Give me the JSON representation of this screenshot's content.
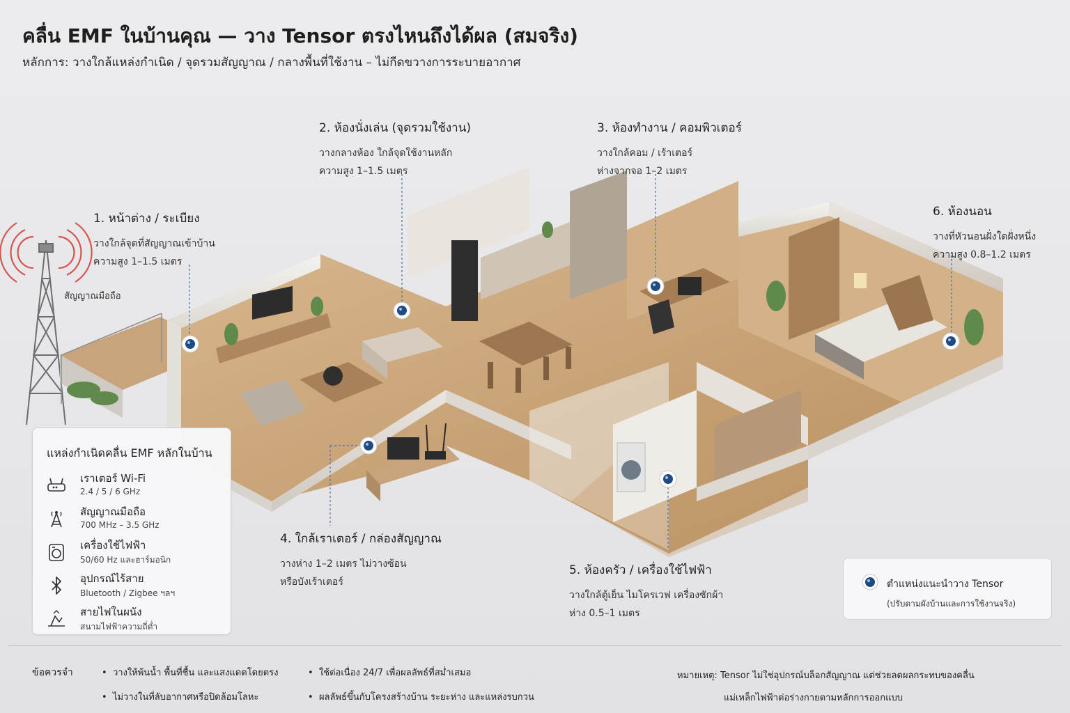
{
  "header": {
    "title": "คลื่น EMF ในบ้านคุณ — วาง Tensor ตรงไหนถึงได้ผล (สมจริง)",
    "subtitle": "หลักการ: วางใกล้แหล่งกำเนิด / จุดรวมสัญญาณ / กลางพื้นที่ใช้งาน – ไม่กีดขวางการระบายอากาศ"
  },
  "tower_label": "สัญญาณมือถือ",
  "callouts": [
    {
      "heading": "1. หน้าต่าง / ระเบียง",
      "line1": "วางใกล้จุดที่สัญญาณเข้าบ้าน",
      "line2": "ความสูง 1–1.5 เมตร"
    },
    {
      "heading": "2. ห้องนั่งเล่น (จุดรวมใช้งาน)",
      "line1": "วางกลางห้อง ใกล้จุดใช้งานหลัก",
      "line2": "ความสูง 1–1.5 เมตร"
    },
    {
      "heading": "3. ห้องทำงาน / คอมพิวเตอร์",
      "line1": "วางใกล้คอม / เร้าเตอร์",
      "line2": "ห่างจากจอ 1–2 เมตร"
    },
    {
      "heading": "4. ใกล้เราเตอร์ / กล่องสัญญาณ",
      "line1": "วางห่าง 1–2 เมตร ไม่วางซ้อน",
      "line2": "หรือบังเร้าเตอร์"
    },
    {
      "heading": "5. ห้องครัว / เครื่องใช้ไฟฟ้า",
      "line1": "วางใกล้ตู้เย็น ไมโครเวฟ เครื่องซักผ้า",
      "line2": "ห่าง 0.5–1 เมตร"
    },
    {
      "heading": "6. ห้องนอน",
      "line1": "วางที่หัวนอนฝั่งใดฝั่งหนึ่ง",
      "line2": "ความสูง 0.8–1.2 เมตร"
    }
  ],
  "sources_panel": {
    "title": "แหล่งกำเนิดคลื่น EMF หลักในบ้าน",
    "items": [
      {
        "icon": "router-icon",
        "name": "เราเตอร์ Wi-Fi",
        "detail": "2.4 / 5 / 6 GHz"
      },
      {
        "icon": "antenna-icon",
        "name": "สัญญาณมือถือ",
        "detail": "700 MHz – 3.5 GHz"
      },
      {
        "icon": "appliance-icon",
        "name": "เครื่องใช้ไฟฟ้า",
        "detail": "50/60 Hz และฮาร์มอนิก"
      },
      {
        "icon": "bluetooth-icon",
        "name": "อุปกรณ์ไร้สาย",
        "detail": "Bluetooth / Zigbee ฯลฯ"
      },
      {
        "icon": "wiring-icon",
        "name": "สายไฟในผนัง",
        "detail": "สนามไฟฟ้าความถี่ต่ำ"
      }
    ]
  },
  "legend": {
    "label": "ตำแหน่งแนะนำวาง Tensor",
    "note": "(ปรับตามผังบ้านและการใช้งานจริง)"
  },
  "footer": {
    "heading": "ข้อควรจำ",
    "tips": [
      "วางให้พ้นน้ำ พื้นที่ชื้น และแสงแดดโดยตรง",
      "ไม่วางในที่ลับอากาศหรือปิดล้อมโลหะ",
      "ใช้ต่อเนื่อง 24/7 เพื่อผลลัพธ์ที่สม่ำเสมอ",
      "ผลลัพธ์ขึ้นกับโครงสร้างบ้าน ระยะห่าง และแหล่งรบกวน"
    ],
    "note_line1": "หมายเหตุ: Tensor ไม่ใช่อุปกรณ์บล็อกสัญญาณ แต่ช่วยลดผลกระทบของคลื่น",
    "note_line2": "แม่เหล็กไฟฟ้าต่อร่างกายตามหลักการออกแบบ"
  },
  "colors": {
    "marker": "#1f4a82",
    "wood": "#c9a47a",
    "wall": "#f1efec",
    "signal": "#d9534f"
  }
}
